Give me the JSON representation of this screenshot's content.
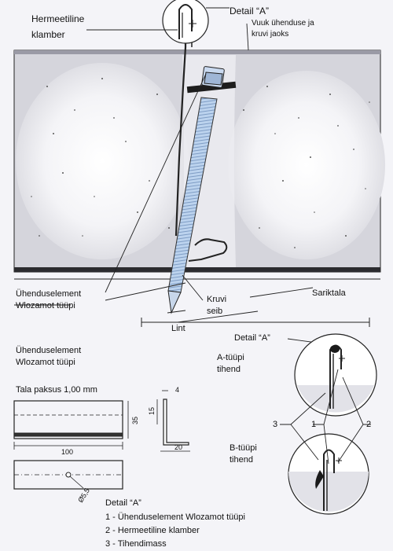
{
  "labels": {
    "hermeetiline_1": "Hermeetiline",
    "hermeetiline_2": "klamber",
    "detail_a_top": "Detail “A”",
    "vuuk_1": "Vuuk ühenduse ja",
    "vuuk_2": "kruvi jaoks",
    "uhenduselement_1": "Ühenduselement",
    "uhenduselement_2": "Wlozamot tüüpi",
    "kruvi": "Kruvi",
    "seib": "seib",
    "sariktala": "Sariktala",
    "lint": "Lint",
    "detail_a_mid": "Detail “A”",
    "a_tuupi_1": "A-tüüpi",
    "a_tuupi_2": "tihend",
    "element_title_1": "Ühenduselement",
    "element_title_2": "Wlozamot tüüpi",
    "tala_paksus": "Tala paksus 1,00 mm",
    "b_tuupi_1": "B-tüüpi",
    "b_tuupi_2": "tihend"
  },
  "dimensions": {
    "d4": "4",
    "d15": "15",
    "d35": "35",
    "d100": "100",
    "d20": "20",
    "d55": "Ø5,5"
  },
  "callouts": {
    "n1": "1",
    "n2": "2",
    "n3": "3"
  },
  "legend": {
    "title": "Detail “A”",
    "items": [
      "1 - Ühenduselement Wlozamot tüüpi",
      "2 - Hermeetiline klamber",
      "3 - Tihendimass"
    ]
  },
  "colors": {
    "panel_fill": "#d9d9df",
    "panel_light": "#efeff3",
    "screw_blue": "#bcd3ee",
    "sealant_dark": "#1a1a1a",
    "line": "#222222"
  }
}
